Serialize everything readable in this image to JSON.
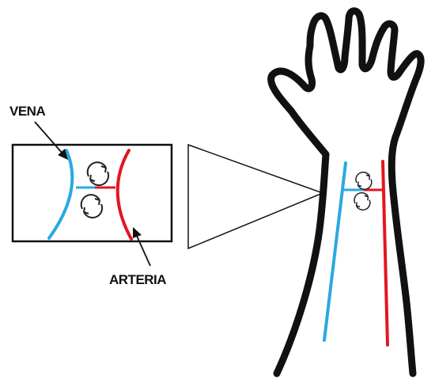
{
  "labels": {
    "vein": "VENA",
    "artery": "ARTERIA"
  },
  "colors": {
    "vein": "#29a9e1",
    "artery": "#e3161e",
    "outline": "#111111",
    "background": "#ffffff"
  },
  "icons": [
    "circular-arrows-icon",
    "hand-icon",
    "magnifier-triangle"
  ]
}
